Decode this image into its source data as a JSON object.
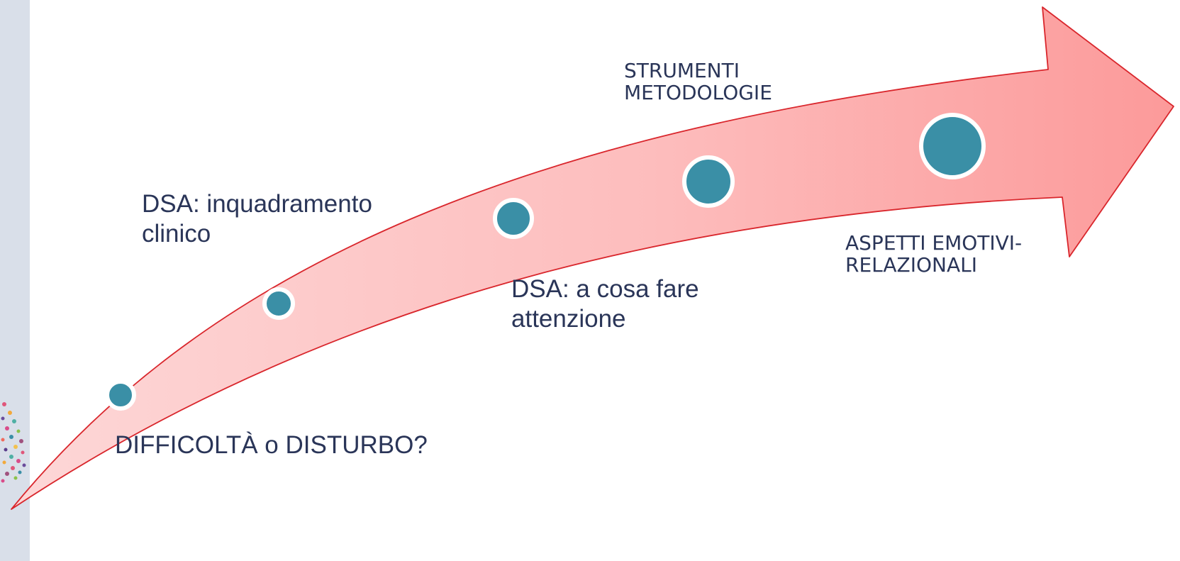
{
  "stages": [
    {
      "lines": [
        "DIFFICOLTÀ o DISTURBO?"
      ]
    },
    {
      "lines": [
        "DSA: inquadramento",
        "clinico"
      ]
    },
    {
      "lines": [
        "DSA: a cosa fare",
        "attenzione"
      ]
    },
    {
      "lines": [
        "STRUMENTI",
        "METODOLOGIE"
      ]
    },
    {
      "lines": [
        "ASPETTI EMOTIVI-",
        "RELAZIONALI"
      ]
    }
  ],
  "colors": {
    "arrow_light": "#fdd7d7",
    "arrow_dark": "#fc9a9a",
    "arrow_edge": "#d9262c",
    "node_fill": "#3a8fa6",
    "node_ring": "#ffffff",
    "text": "#2a3558",
    "band": "#d9dfe9"
  }
}
